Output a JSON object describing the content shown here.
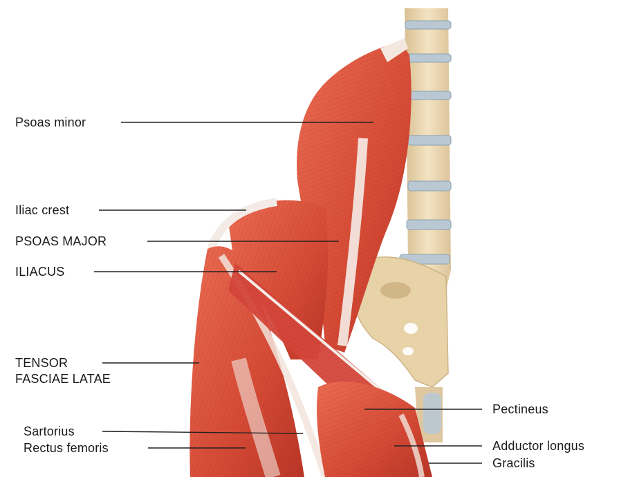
{
  "labels": {
    "psoas_minor": "Psoas minor",
    "iliac_crest": "Iliac crest",
    "psoas_major": "PSOAS MAJOR",
    "iliacus": "ILIACUS",
    "tensor_line1": "TENSOR",
    "tensor_line2": "FASCIAE LATAE",
    "sartorius": "Sartorius",
    "rectus_femoris": "Rectus femoris",
    "pectineus": "Pectineus",
    "adductor_longus": "Adductor longus",
    "gracilis": "Gracilis"
  },
  "colors": {
    "muscle": "#d9503a",
    "muscle_dark": "#b8352a",
    "muscle_light": "#ec7a60",
    "tendon": "#f3e6e0",
    "bone": "#efdcb8",
    "bone_shade": "#d9c092",
    "disc": "#b9c8d3",
    "leader_line": "#222222"
  }
}
